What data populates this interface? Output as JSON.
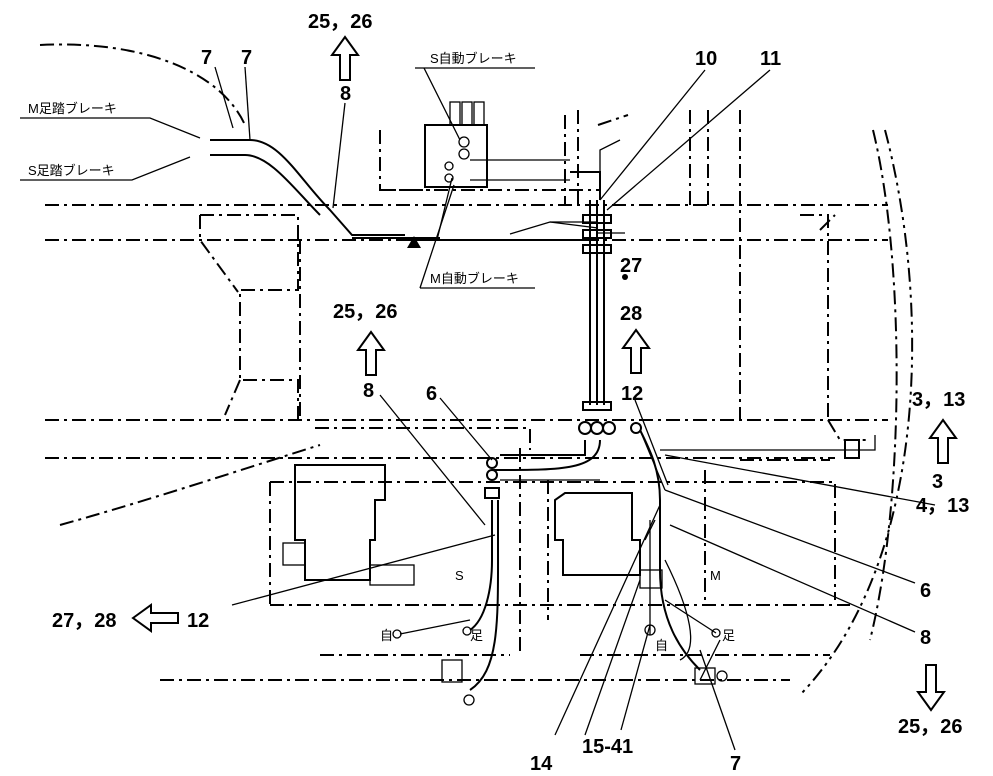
{
  "diagram": {
    "callouts": {
      "top_25_26": "25，26",
      "top_8": "8",
      "left_7a": "7",
      "left_7b": "7",
      "n10": "10",
      "n11": "11",
      "mid_27": "27",
      "mid_28": "28",
      "mid_25_26": "25，26",
      "left_8": "8",
      "left_6": "6",
      "center_12": "12",
      "right_3_13": "3，13",
      "right_3": "3",
      "right_4_13": "4，13",
      "right_6": "6",
      "right_8": "8",
      "bottom_left_27_28": "27，28",
      "bottom_left_12": "12",
      "bottom_25_26": "25，26",
      "bottom_14": "14",
      "bottom_15_41": "15‐41",
      "bottom_7": "7"
    },
    "labels": {
      "m_foot_brake": "M足踏ブレーキ",
      "s_foot_brake": "S足踏ブレーキ",
      "s_auto_brake": "S自動ブレーキ",
      "m_auto_brake": "M自動ブレーキ",
      "unit_s": "S",
      "unit_m": "M",
      "auto_s": "自",
      "foot_s": "足",
      "auto_m": "自",
      "foot_m": "足"
    }
  }
}
